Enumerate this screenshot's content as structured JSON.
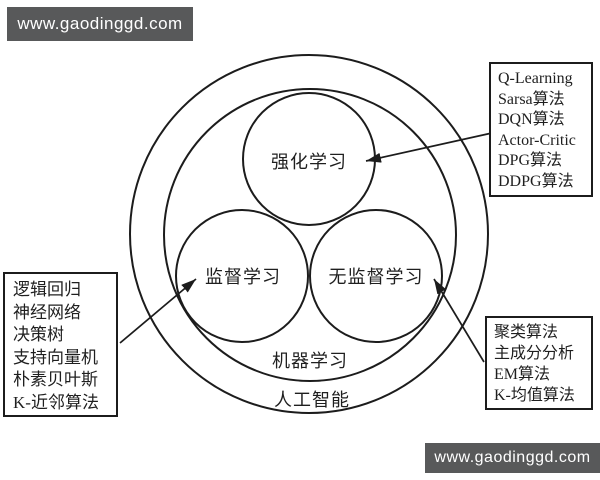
{
  "watermarks": {
    "top_left": "www.gaodinggd.com",
    "bottom_right": "www.gaodinggd.com"
  },
  "colors": {
    "background": "#ffffff",
    "line": "#1c1c1c",
    "text": "#1f1f1f",
    "watermark_bg": "#58595a",
    "watermark_text": "#ffffff"
  },
  "venn": {
    "outer_circle_label": "人工智能",
    "middle_circle_label": "机器学习",
    "reinforcement_label": "强化学习",
    "supervised_label": "监督学习",
    "unsupervised_label": "无监督学习"
  },
  "callouts": {
    "reinforcement": {
      "lines": [
        "Q-Learning",
        "Sarsa算法",
        "DQN算法",
        "Actor-Critic",
        "DPG算法",
        "DDPG算法"
      ]
    },
    "supervised": {
      "lines": [
        "逻辑回归",
        "神经网络",
        "决策树",
        "支持向量机",
        "朴素贝叶斯",
        "K-近邻算法"
      ]
    },
    "unsupervised": {
      "lines": [
        "聚类算法",
        "主成分分析",
        "EM算法",
        "K-均值算法"
      ]
    }
  }
}
